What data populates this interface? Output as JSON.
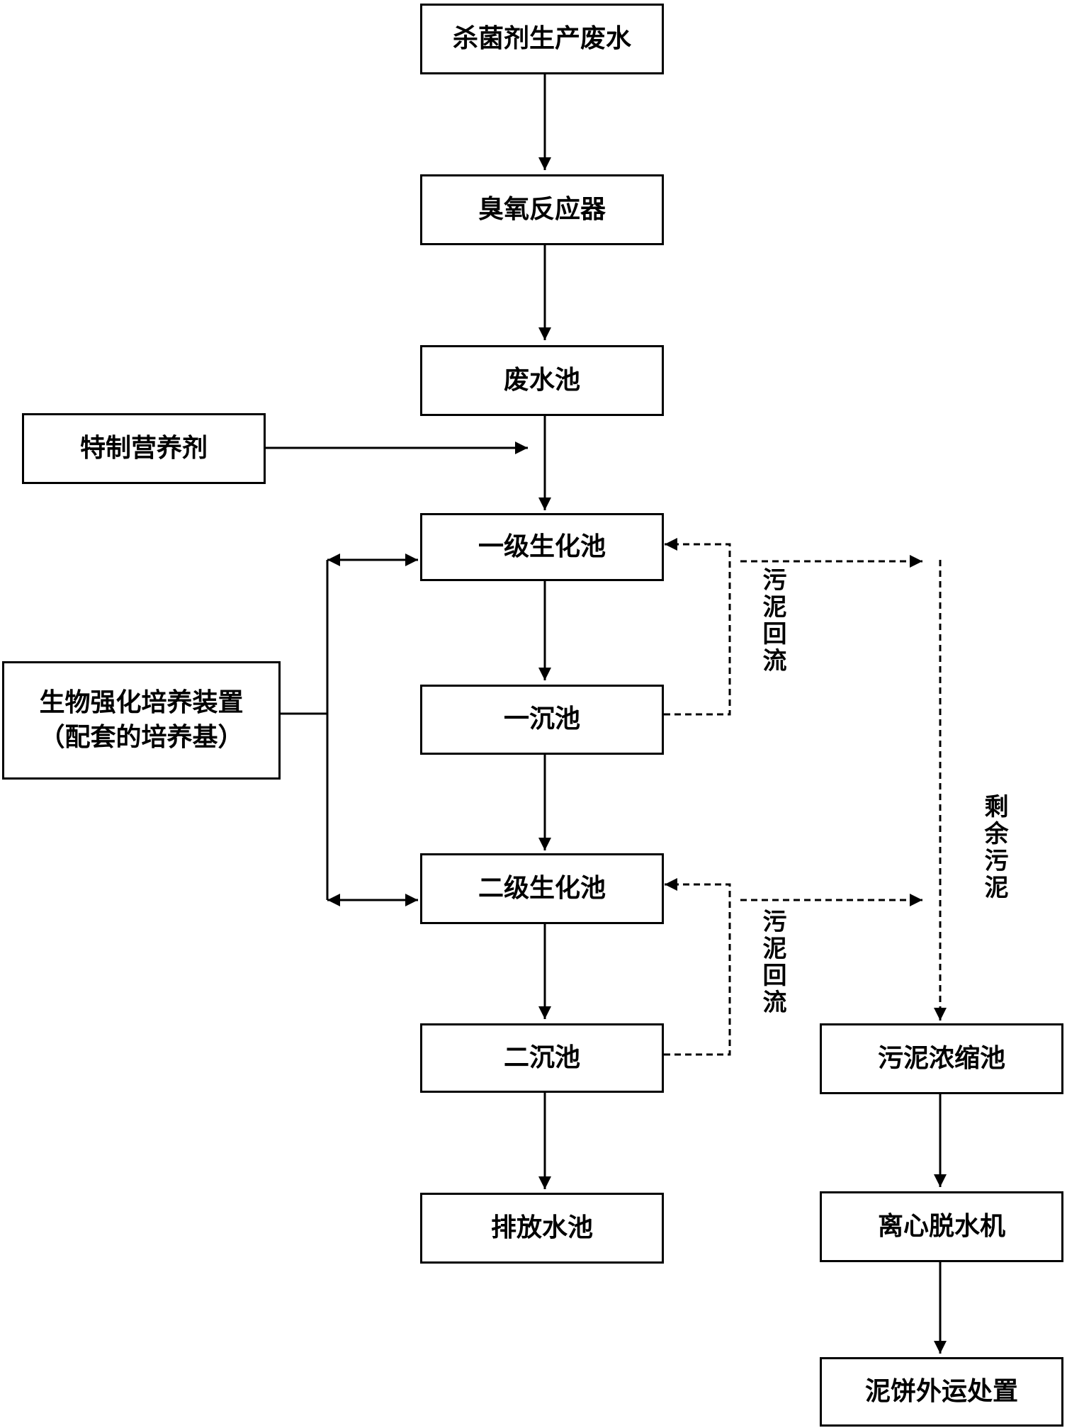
{
  "nodes": {
    "wastewater_source": "杀菌剂生产废水",
    "ozone_reactor": "臭氧反应器",
    "wastewater_pool": "废水池",
    "special_nutrient": "特制营养剂",
    "primary_bio_pool": "一级生化池",
    "primary_settling": "一沉池",
    "bio_culture_device_line1": "生物强化培养装置",
    "bio_culture_device_line2": "（配套的培养基）",
    "secondary_bio_pool": "二级生化池",
    "secondary_settling": "二沉池",
    "discharge_pool": "排放水池",
    "sludge_thickener": "污泥浓缩池",
    "centrifuge": "离心脱水机",
    "sludge_cake_disposal": "泥饼外运处置"
  },
  "labels": {
    "sludge_return_1": "污泥回流",
    "sludge_return_2": "污泥回流",
    "excess_sludge": "剩余污泥"
  },
  "colors": {
    "line": "#000000",
    "background": "#ffffff"
  }
}
